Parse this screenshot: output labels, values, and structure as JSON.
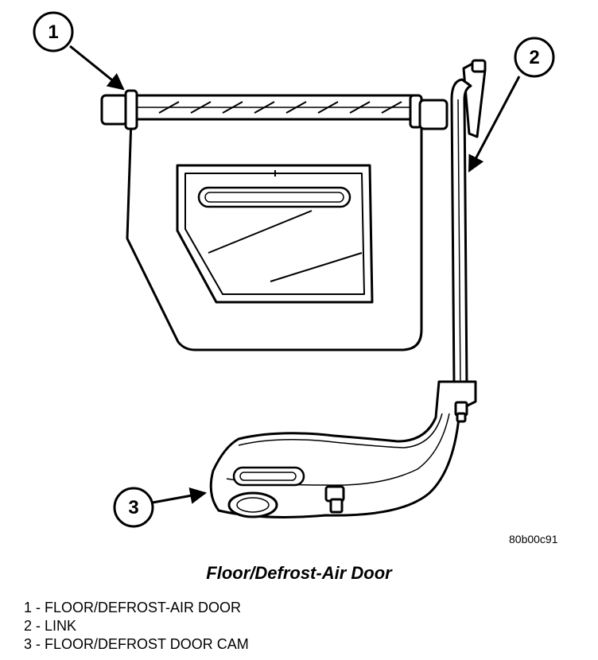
{
  "figure_code": "80b00c91",
  "caption": "Floor/Defrost-Air Door",
  "callouts": [
    "1",
    "2",
    "3"
  ],
  "legend": [
    {
      "num": "1",
      "sep": " - ",
      "text": "FLOOR/DEFROST-AIR DOOR"
    },
    {
      "num": "2",
      "sep": " - ",
      "text": "LINK"
    },
    {
      "num": "3",
      "sep": " - ",
      "text": "FLOOR/DEFROST DOOR CAM"
    }
  ]
}
